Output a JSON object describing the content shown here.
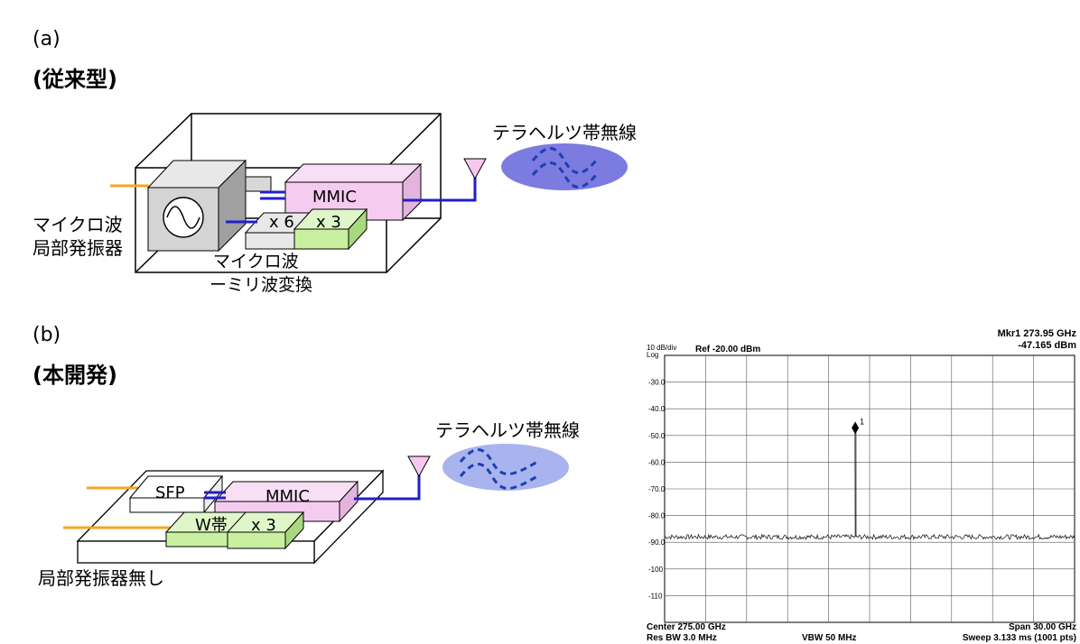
{
  "panel_a": {
    "label": "(a)",
    "title": "(従来型)",
    "wireless": "テラヘルツ帯無線",
    "mmic": "MMIC",
    "mult6": "x 6",
    "mult3": "x 3",
    "osc_line1": "マイクロ波",
    "osc_line2": "局部発振器",
    "conv_line1": "マイクロ波",
    "conv_line2": "ーミリ波変換"
  },
  "panel_b": {
    "label": "(b)",
    "title": "(本開発)",
    "wireless": "テラヘルツ帯無線",
    "sfp": "SFP",
    "mmic": "MMIC",
    "wband": "W帯",
    "mult3": "x 3",
    "no_osc": "局部発振器無し"
  },
  "colors": {
    "orange_line": "#f5a623",
    "blue_line": "#1f1fcc",
    "mmic_pink": "#f5ccf0",
    "green": "#c8f0a0",
    "ellipse_a": "#7b7be0",
    "ellipse_b": "#a9b4ee",
    "wave": "#1f3fb0",
    "antenna": "#f7c8ef"
  },
  "spectrum": {
    "marker_label": "Mkr1 273.95 GHz",
    "marker_value": "-47.165 dBm",
    "scale": "10 dB/div",
    "scale_type": "Log",
    "ref": "Ref -20.00 dBm",
    "center": "Center 275.00 GHz",
    "span": "Span 30.00 GHz",
    "res_bw": "Res BW 3.0 MHz",
    "vbw": "VBW 50 MHz",
    "sweep": "Sweep  3.133 ms (1001 pts)",
    "marker_num": "1"
  },
  "chart_data": {
    "type": "line",
    "x_range": [
      260.0,
      290.0
    ],
    "ylim": [
      -120,
      -20
    ],
    "y_ticks": [
      "-30.0",
      "-40.0",
      "-50.0",
      "-60.0",
      "-70.0",
      "-80.0",
      "-90.0",
      "-100",
      "-110"
    ],
    "noise_floor_dbm": -88,
    "peak": {
      "x": 273.95,
      "y": -47.165
    },
    "grid": true
  }
}
